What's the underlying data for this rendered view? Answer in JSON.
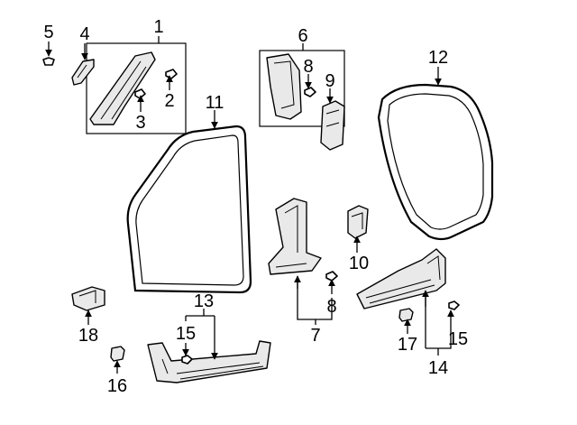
{
  "callouts": {
    "c1": "1",
    "c2": "2",
    "c3": "3",
    "c4": "4",
    "c5": "5",
    "c6": "6",
    "c7": "7",
    "c8a": "8",
    "c8b": "8",
    "c9": "9",
    "c10": "10",
    "c11": "11",
    "c12": "12",
    "c13": "13",
    "c14": "14",
    "c15a": "15",
    "c15b": "15",
    "c16": "16",
    "c17": "17",
    "c18": "18"
  }
}
